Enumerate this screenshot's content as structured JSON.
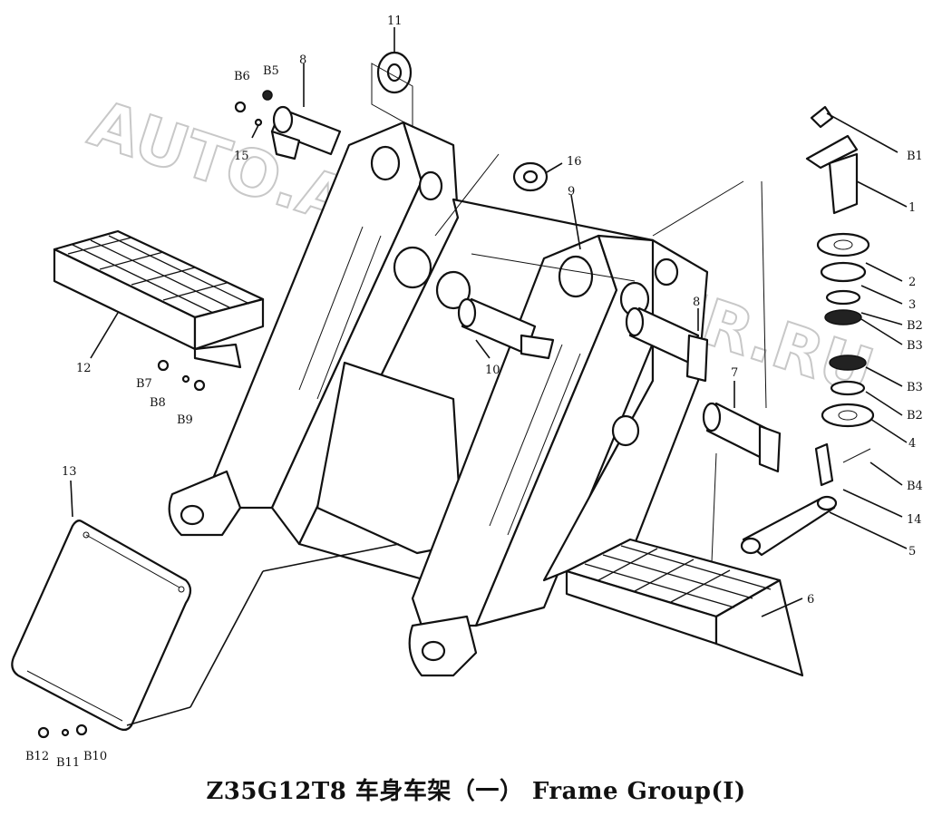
{
  "watermark": "AUTO.AUTODEALER.RU",
  "caption": "Z35G12T8  车身车架（一）  Frame Group(Ⅰ)",
  "labels": {
    "n1": "1",
    "n2": "2",
    "n3": "3",
    "n4": "4",
    "n5": "5",
    "n6": "6",
    "n7": "7",
    "n8a": "8",
    "n8b": "8",
    "n9": "9",
    "n10": "10",
    "n11": "11",
    "n12": "12",
    "n13": "13",
    "n14": "14",
    "n15": "15",
    "n16": "16",
    "B1": "B1",
    "B2a": "B2",
    "B2b": "B2",
    "B3a": "B3",
    "B3b": "B3",
    "B4": "B4",
    "B5": "B5",
    "B6": "B6",
    "B7": "B7",
    "B8": "B8",
    "B9": "B9",
    "B10": "B10",
    "B11": "B11",
    "B12": "B12"
  }
}
